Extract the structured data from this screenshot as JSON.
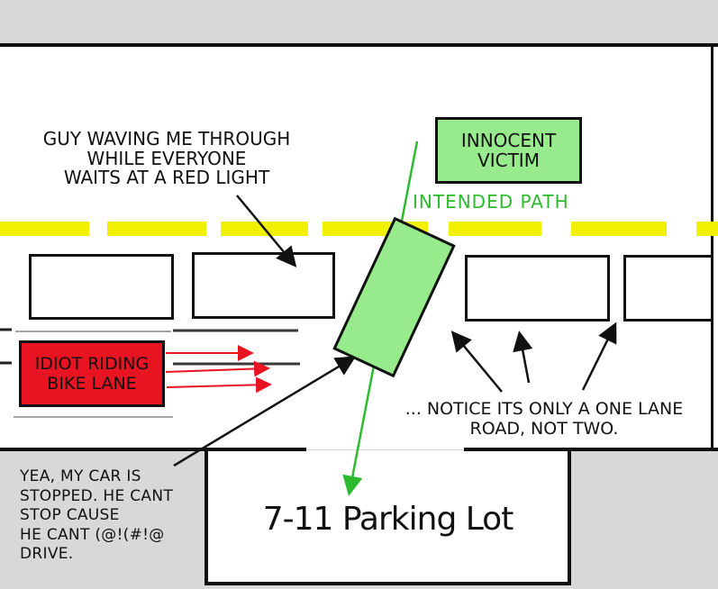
{
  "colors": {
    "background_gray": "#d8d8d8",
    "road_white": "#ffffff",
    "lane_yellow": "#f0f000",
    "car_green": "#97eb8d",
    "path_green": "#2eba2e",
    "alert_red": "#e81421",
    "ink_black": "#111111",
    "lane_light_gray": "#a5a5a5",
    "lane_dark_gray": "#3a3a3a"
  },
  "labels": {
    "guy_waving": "GUY WAVING ME THROUGH\nWHILE EVERYONE\nWAITS AT A RED LIGHT",
    "innocent_victim": "INNOCENT\nVICTIM",
    "intended_path": "INTENDED PATH",
    "idiot_bike_lane": "IDIOT RIDING\nBIKE LANE",
    "one_lane_notice": "... NOTICE ITS ONLY A ONE LANE\nROAD, NOT TWO.",
    "my_car_stopped": "YEA, MY CAR IS\nSTOPPED. HE CANT\nSTOP CAUSE\nHE CANT (@!(#!@\nDRIVE.",
    "parking_lot": "7-11 Parking Lot"
  }
}
